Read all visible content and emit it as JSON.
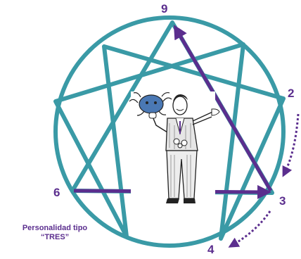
{
  "diagram": {
    "points": {
      "nine": "9",
      "two": "2",
      "three": "3",
      "four": "4",
      "six": "6"
    },
    "caption_line1": "Personalidad tipo",
    "caption_line2": "“TRES”",
    "colors": {
      "circle": "#3a9aa6",
      "arrows": "#5b2e8e",
      "text": "#5b2e8e"
    },
    "illustration": "man-holding-mask-figure"
  }
}
